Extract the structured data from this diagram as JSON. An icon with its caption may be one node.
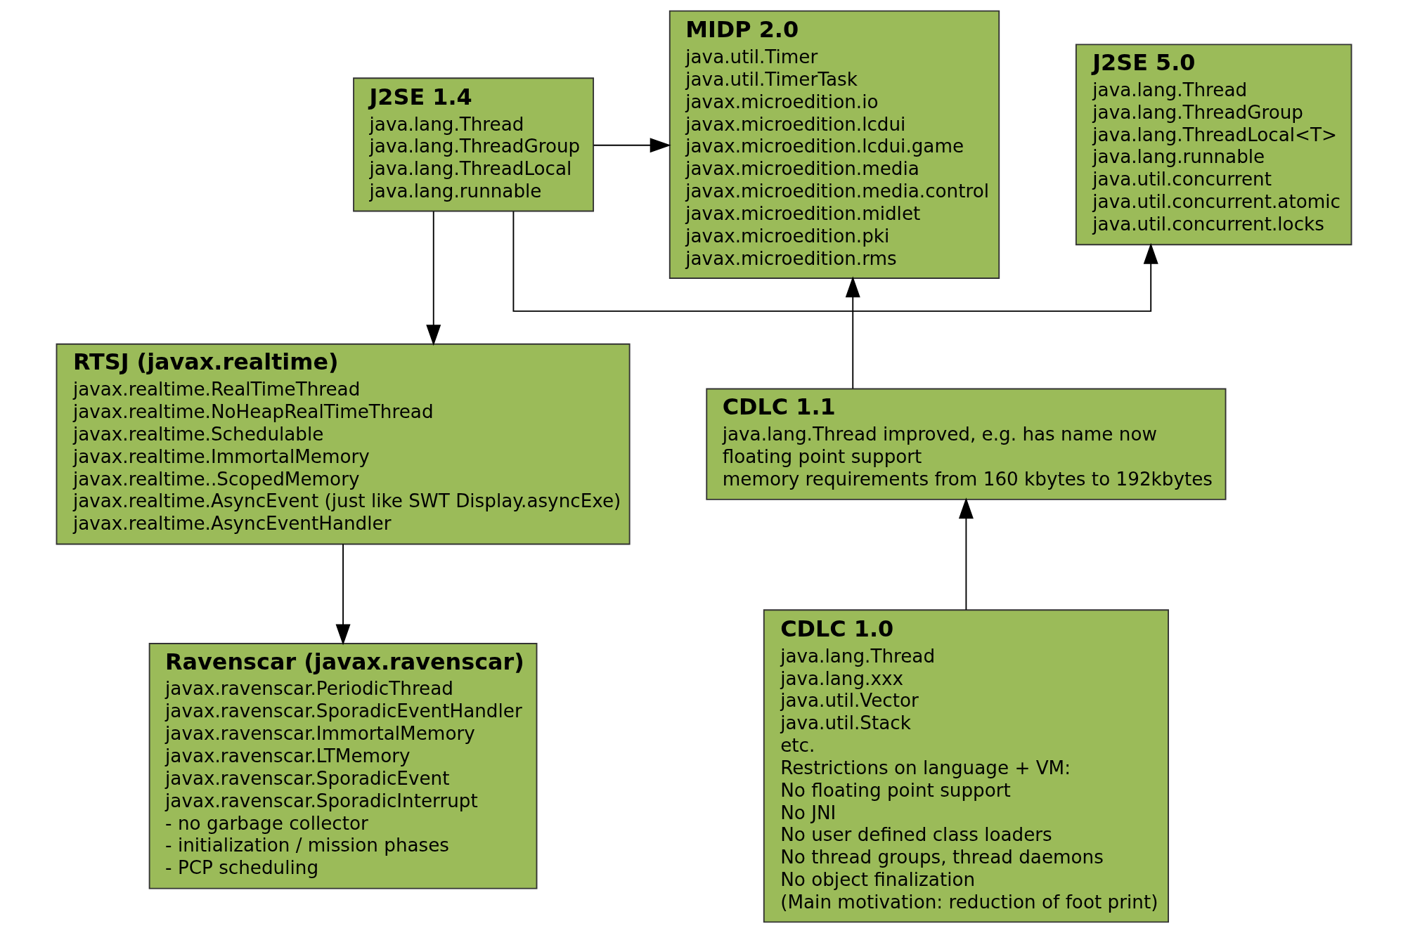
{
  "diagram": {
    "nodes": [
      {
        "text": [
          "J2SE 1.4",
          "java.lang.Thread",
          "java.lang.ThreadGroup",
          "java.lang.ThreadLocal",
          "java.lang.runnable"
        ]
      },
      {
        "text": [
          "J2SE 5.0",
          "java.lang.Thread",
          "java.lang.ThreadGroup",
          "java.lang.ThreadLocal<T>",
          "java.lang.runnable",
          "java.util.concurrent",
          "java.util.concurrent.atomic",
          "java.util.concurrent.locks"
        ]
      },
      {
        "text": [
          "MIDP 2.0",
          "java.util.Timer",
          "java.util.TimerTask",
          "javax.microedition.io",
          "javax.microedition.lcdui",
          "javax.microedition.lcdui.game",
          "javax.microedition.media",
          "javax.microedition.media.control",
          "javax.microedition.midlet",
          "javax.microedition.pki",
          "javax.microedition.rms"
        ]
      },
      {
        "text": [
          "RTSJ (javax.realtime)",
          "javax.realtime.RealTimeThread",
          "javax.realtime.NoHeapRealTimeThread",
          "javax.realtime.Schedulable",
          "javax.realtime.ImmortalMemory",
          "javax.realtime..ScopedMemory",
          "javax.realtime.AsyncEvent (just like SWT Display.asyncExe)",
          "javax.realtime.AsyncEventHandler"
        ]
      },
      {
        "text": [
          "CDLC 1.1",
          "java.lang.Thread improved, e.g. has name now",
          "floating point support",
          "memory requirements from 160 kbytes to 192kbytes"
        ]
      },
      {
        "text": [
          "Ravenscar (javax.ravenscar)",
          "javax.ravenscar.PeriodicThread",
          "javax.ravenscar.SporadicEventHandler",
          "javax.ravenscar.ImmortalMemory",
          "javax.ravenscar.LTMemory",
          "javax.ravenscar.SporadicEvent",
          "javax.ravenscar.SporadicInterrupt",
          "- no garbage collector",
          "- initialization / mission phases",
          "- PCP scheduling"
        ]
      },
      {
        "text": [
          "CDLC 1.0",
          "java.lang.Thread",
          "java.lang.xxx",
          "java.util.Vector",
          "java.util.Stack",
          "etc.",
          "Restrictions on language + VM:",
          "No floating point support",
          "No JNI",
          "No user defined class loaders",
          "No thread groups, thread daemons",
          "No object finalization",
          "(Main motivation: reduction of foot print)"
        ]
      }
    ],
    "edges": [
      {
        "from": 0,
        "to": 2,
        "arrow": "to"
      },
      {
        "from": 0,
        "to": 1,
        "arrow": "to"
      },
      {
        "from": 0,
        "to": 3,
        "arrow": "to"
      },
      {
        "from": 3,
        "to": 5,
        "arrow": "to"
      },
      {
        "from": 4,
        "to": 2,
        "arrow": "to"
      },
      {
        "from": 6,
        "to": 4,
        "arrow": "to"
      }
    ]
  }
}
